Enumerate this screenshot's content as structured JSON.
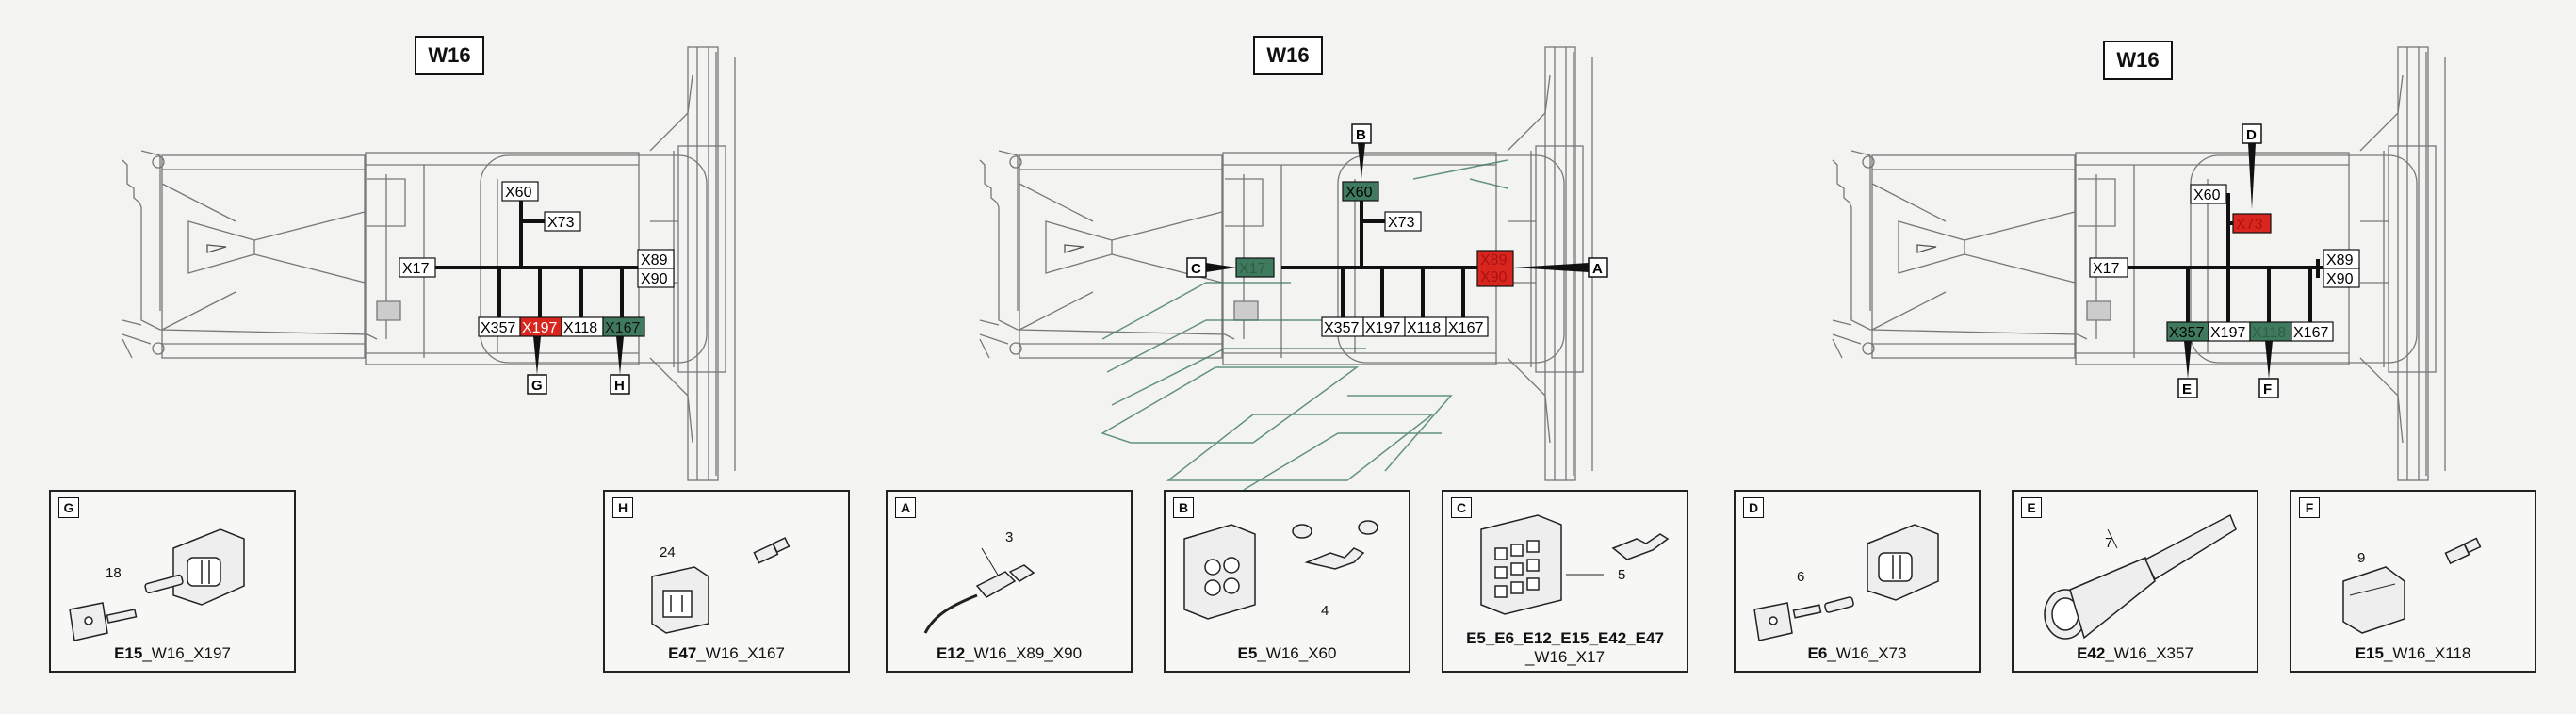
{
  "diagrams": [
    {
      "title": "W16",
      "connectors": [
        "X60",
        "X73",
        "X17",
        "X89",
        "X90",
        "X357",
        "X197",
        "X118",
        "X167"
      ],
      "highlight_red": [
        "X197"
      ],
      "highlight_green": [
        "X167"
      ],
      "callouts": [
        "G",
        "H"
      ]
    },
    {
      "title": "W16",
      "connectors": [
        "X60",
        "X73",
        "X357",
        "X197",
        "X118",
        "X167"
      ],
      "highlight_red": [
        "X89/X90"
      ],
      "highlight_green": [
        "X60",
        "X17"
      ],
      "callouts": [
        "B",
        "C",
        "A"
      ]
    },
    {
      "title": "W16",
      "connectors": [
        "X60",
        "X17",
        "X89",
        "X90",
        "X357",
        "X197",
        "X167"
      ],
      "highlight_red": [
        "X73"
      ],
      "highlight_green": [
        "X357",
        "X118"
      ],
      "callouts": [
        "D",
        "E",
        "F"
      ]
    }
  ],
  "details": [
    {
      "tag": "G",
      "num": "18",
      "code": "E15",
      "suffix": "_W16_X197"
    },
    {
      "tag": "H",
      "num": "24",
      "code": "E47",
      "suffix": "_W16_X167"
    },
    {
      "tag": "A",
      "num": "3",
      "code": "E12",
      "suffix": "_W16_X89_X90"
    },
    {
      "tag": "B",
      "num": "4",
      "code": "E5",
      "suffix": "_W16_X60"
    },
    {
      "tag": "C",
      "num": "5",
      "code": "E5_E6_E12_E15_E42_E47",
      "suffix": "_W16_X17"
    },
    {
      "tag": "D",
      "num": "6",
      "code": "E6",
      "suffix": "_W16_X73"
    },
    {
      "tag": "E",
      "num": "7",
      "code": "E42",
      "suffix": "_W16_X357"
    },
    {
      "tag": "F",
      "num": "9",
      "code": "E15",
      "suffix": "_W16_X118"
    }
  ],
  "colors": {
    "red": "#d8261f",
    "green": "#3f7a5e",
    "line": "#111111"
  }
}
